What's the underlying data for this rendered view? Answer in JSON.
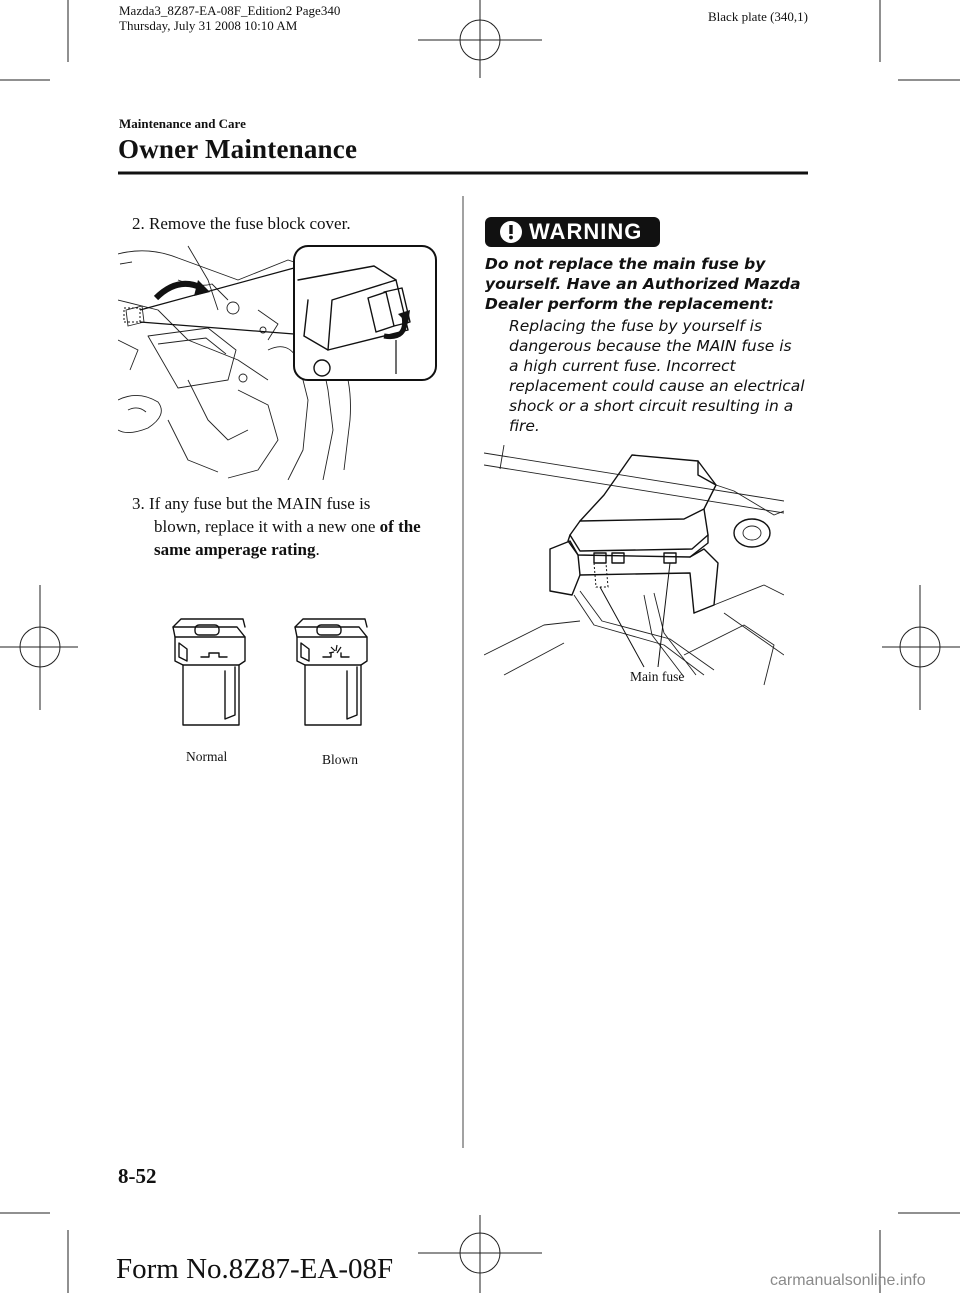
{
  "header": {
    "meta_line1": "Mazda3_8Z87-EA-08F_Edition2 Page340",
    "meta_line2": "Thursday, July 31 2008 10:10 AM",
    "plate": "Black plate (340,1)",
    "section": "Maintenance and Care",
    "title": "Owner Maintenance"
  },
  "left_column": {
    "step2": "2. Remove the fuse block cover.",
    "step3_a": "3. If any fuse but the MAIN fuse is",
    "step3_b": "blown, replace it with a new one ",
    "step3_bold_a": "of the",
    "step3_bold_b": "same amperage rating",
    "step3_end": ".",
    "fuse_normal_label": "Normal",
    "fuse_blown_label": "Blown"
  },
  "right_column": {
    "warning_label": "WARNING",
    "warning_bold_1": "Do not replace the main fuse by",
    "warning_bold_2": "yourself. Have an Authorized Mazda",
    "warning_bold_3": "Dealer perform the replacement:",
    "warning_body_1": "Replacing the fuse by yourself is",
    "warning_body_2": "dangerous because the MAIN fuse is",
    "warning_body_3": "a high current fuse. Incorrect",
    "warning_body_4": "replacement could cause an electrical",
    "warning_body_5": "shock or a short circuit resulting in a",
    "warning_body_6": "fire.",
    "main_fuse_label": "Main fuse"
  },
  "footer": {
    "page_number": "8-52",
    "form_number": "Form No.8Z87-EA-08F",
    "watermark": "carmanualsonline.info"
  }
}
